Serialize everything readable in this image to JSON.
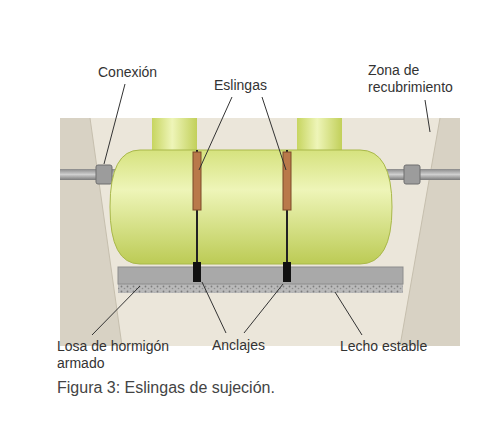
{
  "diagram": {
    "caption": "Figura 3: Eslingas de sujeción.",
    "labels": [
      "Conexión",
      "Eslingas",
      "Zona de recubrimiento",
      "Losa de hormigón armado",
      "Anclajes",
      "Lecho estable"
    ]
  }
}
